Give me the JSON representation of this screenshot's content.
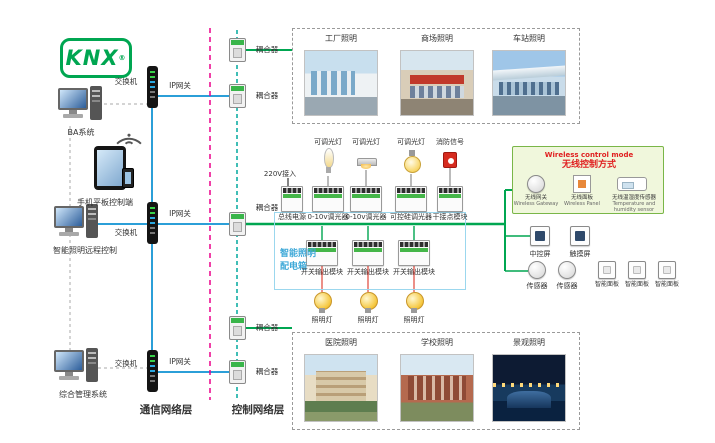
{
  "colors": {
    "bus_green": "#00a651",
    "ethernet_blue": "#2b9fd8",
    "layer_divider_magenta": "#ec008c",
    "field_bus_teal": "#00a99d",
    "cabinet_blue": "#3fa9d8",
    "wireless_title_red": "#e02020",
    "wireless_box_bg": "#f0f7dc",
    "wireless_box_border": "#7ab648"
  },
  "logo": {
    "text": "KNX",
    "reg": "®"
  },
  "layers": {
    "communication": "通信网络层",
    "control": "控制网络层"
  },
  "left": {
    "pc1_label": "BA系统",
    "tablet_label": "手机平板控制端",
    "pc2_label": "智能照明远程控制",
    "pc3_label": "综合管理系统"
  },
  "network": {
    "switch1": "交换机",
    "switch2": "交换机",
    "switch3": "交换机",
    "gateway1": "IP网关",
    "gateway2": "IP网关",
    "gateway3": "IP网关",
    "coupler1": "耦合器",
    "coupler2": "耦合器",
    "coupler3": "耦合器",
    "coupler4": "耦合器",
    "coupler5": "耦合器"
  },
  "top_gallery": {
    "items": [
      {
        "label": "工厂照明"
      },
      {
        "label": "商场照明"
      },
      {
        "label": "车站照明"
      }
    ]
  },
  "bottom_gallery": {
    "items": [
      {
        "label": "医院照明"
      },
      {
        "label": "学校照明"
      },
      {
        "label": "景观照明"
      }
    ]
  },
  "cabinet": {
    "title_line1": "智能照明",
    "title_line2": "配电箱",
    "mains_label": "220V接入",
    "row1": [
      {
        "label": "总线电源"
      },
      {
        "label": "0-10v调光器",
        "load": "可调光灯"
      },
      {
        "label": "0-10v调光器",
        "load": "可调光灯"
      },
      {
        "label": "可控硅调光器",
        "load": "可调光灯"
      },
      {
        "label": "干接点模块",
        "load": "消防信号"
      }
    ],
    "row2": [
      {
        "label": "开关输出模块"
      },
      {
        "label": "开关输出模块"
      },
      {
        "label": "开关输出模块"
      }
    ],
    "lamps": [
      {
        "label": "照明灯"
      },
      {
        "label": "照明灯"
      },
      {
        "label": "照明灯"
      }
    ]
  },
  "wireless": {
    "title_en": "Wireless control mode",
    "title_cn": "无线控制方式",
    "items": [
      {
        "cn": "无线网关",
        "en": "Wireless Gateway"
      },
      {
        "cn": "无线面板",
        "en": "Wireless Panel"
      },
      {
        "cn": "无线温湿度传感器",
        "en": "Temperature and humidity sensor"
      }
    ]
  },
  "right_devices": {
    "row1": [
      {
        "label": "中控屏"
      },
      {
        "label": "触摸屏"
      }
    ],
    "row2": [
      {
        "label": "传感器"
      },
      {
        "label": "传感器"
      },
      {
        "label": "智能面板"
      },
      {
        "label": "智能面板"
      },
      {
        "label": "智能面板"
      }
    ]
  }
}
